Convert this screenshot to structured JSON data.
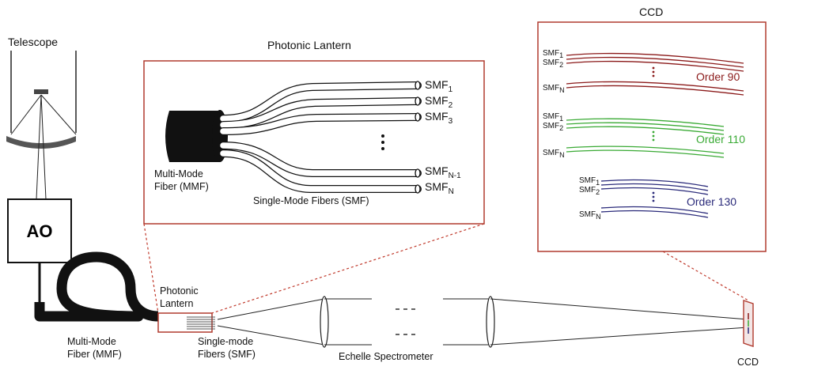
{
  "labels": {
    "telescope": "Telescope",
    "ao": "AO",
    "multi_mode_fiber_l1": "Multi-Mode",
    "multi_mode_fiber_l2": "Fiber (MMF)",
    "photonic_lantern_small_l1": "Photonic",
    "photonic_lantern_small_l2": "Lantern",
    "single_mode_fibers_l1": "Single-mode",
    "single_mode_fibers_l2": "Fibers (SMF)",
    "echelle_spectrometer": "Echelle Spectrometer",
    "ccd_bottom": "CCD"
  },
  "lantern_inset": {
    "title": "Photonic Lantern",
    "mmf_l1": "Multi-Mode",
    "mmf_l2": "Fiber (MMF)",
    "smf_caption": "Single-Mode Fibers (SMF)",
    "fiber_labels": [
      {
        "base": "SMF",
        "sub": "1"
      },
      {
        "base": "SMF",
        "sub": "2"
      },
      {
        "base": "SMF",
        "sub": "3"
      },
      {
        "base": "SMF",
        "sub": "N-1"
      },
      {
        "base": "SMF",
        "sub": "N"
      }
    ]
  },
  "ccd_inset": {
    "title": "CCD",
    "orders": [
      {
        "label": "Order 90",
        "color": "#8b1a1a",
        "smf_labels": [
          {
            "base": "SMF",
            "sub": "1"
          },
          {
            "base": "SMF",
            "sub": "2"
          },
          {
            "base": "SMF",
            "sub": "N"
          }
        ]
      },
      {
        "label": "Order 110",
        "color": "#3aaa35",
        "smf_labels": [
          {
            "base": "SMF",
            "sub": "1"
          },
          {
            "base": "SMF",
            "sub": "2"
          },
          {
            "base": "SMF",
            "sub": "N"
          }
        ]
      },
      {
        "label": "Order 130",
        "color": "#2a2a7a",
        "smf_labels": [
          {
            "base": "SMF",
            "sub": "1"
          },
          {
            "base": "SMF",
            "sub": "2"
          },
          {
            "base": "SMF",
            "sub": "N"
          }
        ]
      }
    ]
  },
  "colors": {
    "inset_border": "#b03a2e",
    "leader_dash": "#c0392b"
  }
}
